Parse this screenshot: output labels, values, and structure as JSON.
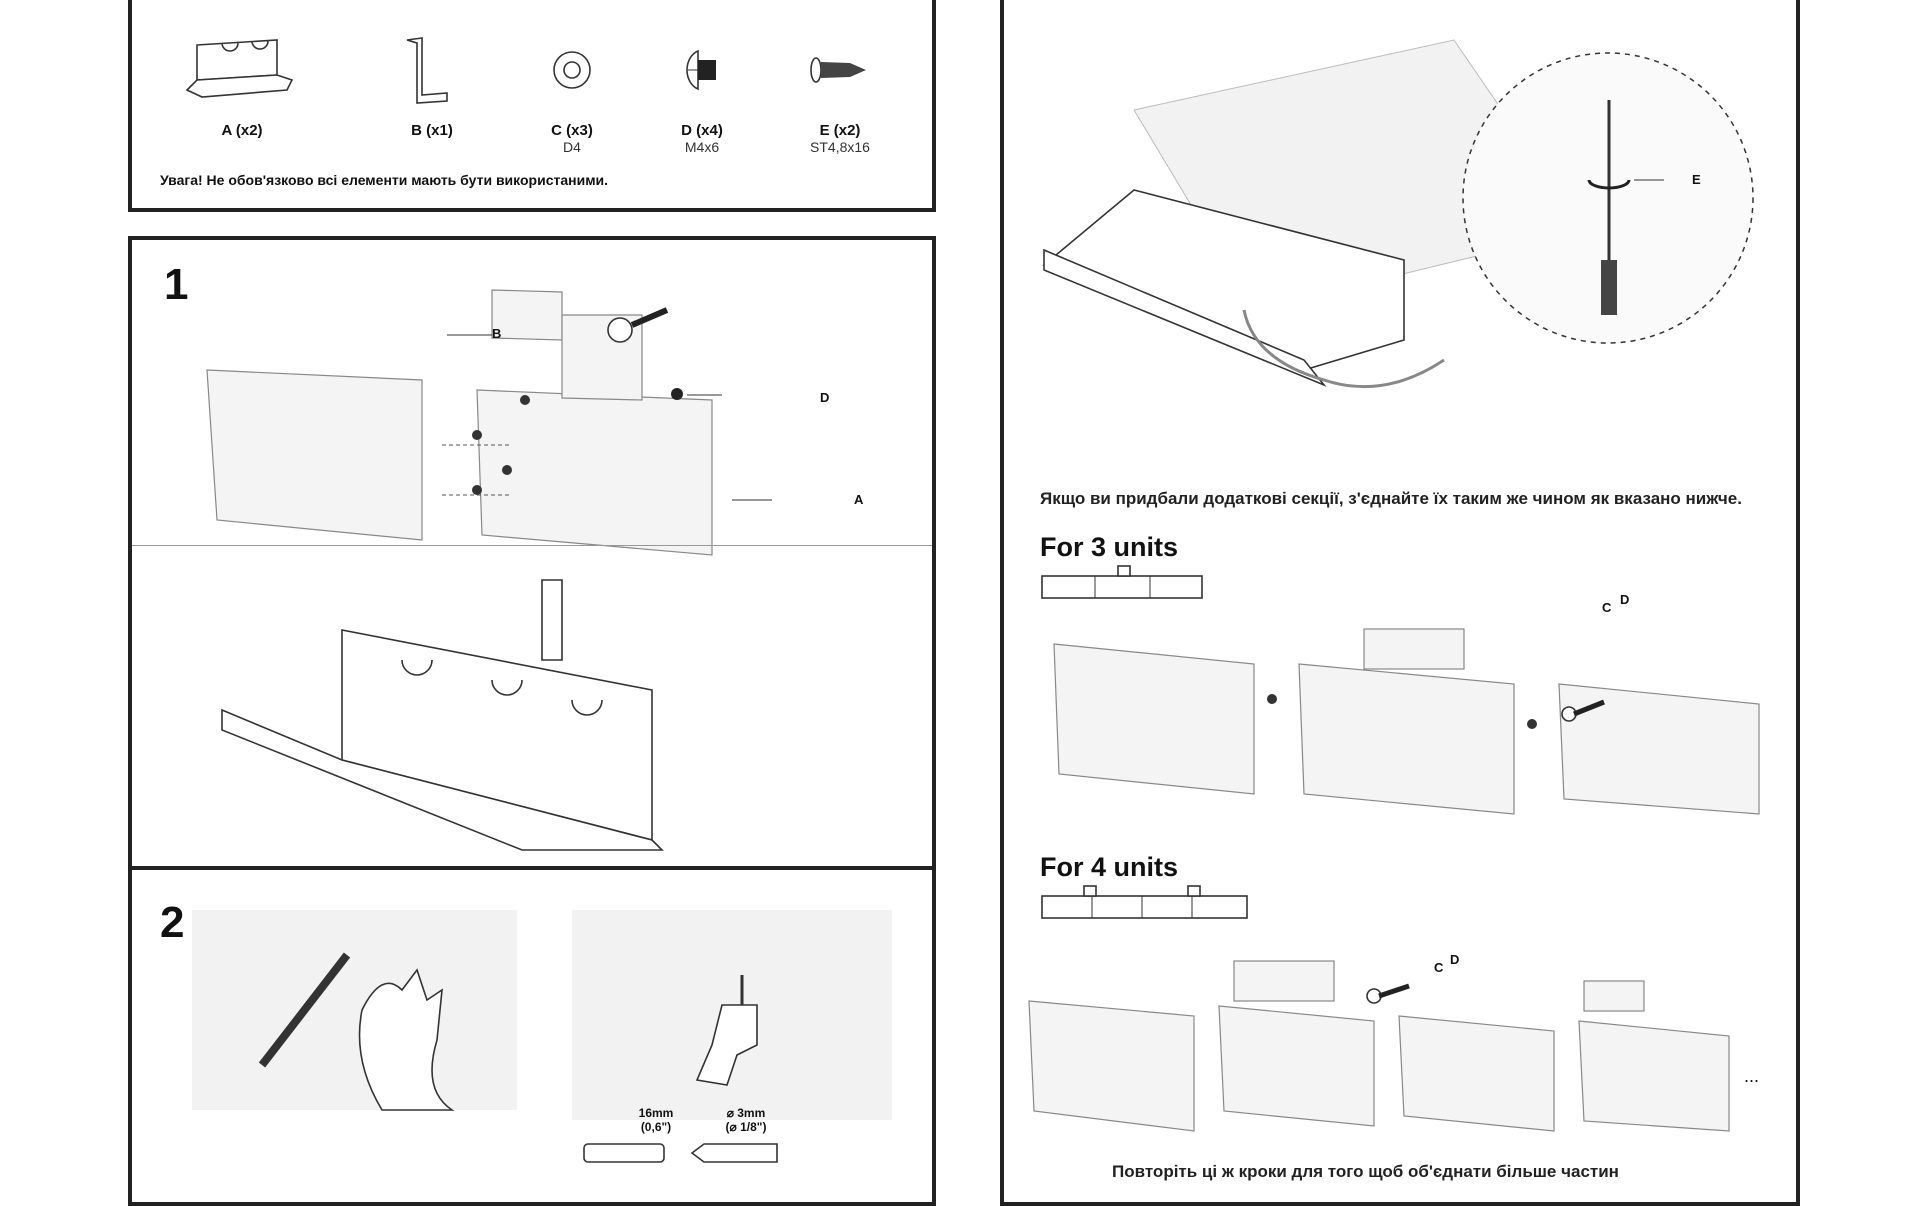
{
  "parts": [
    {
      "label": "A (x2)",
      "spec": ""
    },
    {
      "label": "B (x1)",
      "spec": ""
    },
    {
      "label": "C (x3)",
      "spec": "D4"
    },
    {
      "label": "D (x4)",
      "spec": "M4x6"
    },
    {
      "label": "E (x2)",
      "spec": "ST4,8x16"
    }
  ],
  "parts_warning": "Увага! Не обов'язково всі елементи мають бути використаними.",
  "step1": {
    "number": "1",
    "tag_b": "B",
    "tag_d": "D",
    "tag_a": "A"
  },
  "step2": {
    "number": "2",
    "depth": "16mm",
    "depth_in": "(0,6\")",
    "drill": "⌀ 3mm",
    "drill_in": "(⌀ 1/8\")"
  },
  "mount": {
    "tag_e": "E"
  },
  "extra": {
    "note": "Якщо ви придбали додаткові секції, з'єднайте їх таким же чином як вказано нижче.",
    "three_units": "For 3 units",
    "four_units": "For 4 units",
    "tag_c": "C",
    "tag_d": "D",
    "repeat": "Повторіть ці ж кроки для того щоб об'єднати більше частин",
    "ellipsis": "..."
  }
}
